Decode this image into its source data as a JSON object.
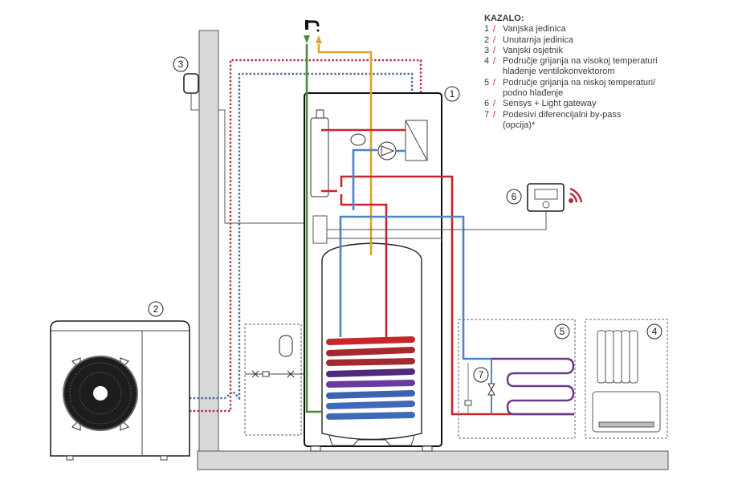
{
  "legend": {
    "title": "KAZALO:",
    "items": [
      {
        "num": "1",
        "sep": "/",
        "lines": [
          "Vanjska jedinica"
        ]
      },
      {
        "num": "2",
        "sep": "/",
        "lines": [
          "Unutarnja jedinica"
        ]
      },
      {
        "num": "3",
        "sep": "/",
        "lines": [
          "Vanjski osjetnik"
        ]
      },
      {
        "num": "4",
        "sep": "/",
        "lines": [
          "Područje grijanja na visokoj temperaturi",
          "hlađenje ventilokonvektorom"
        ]
      },
      {
        "num": "5",
        "sep": "/",
        "lines": [
          "Područje grijanja na niskoj temperaturi/",
          "podno hlađenje"
        ]
      },
      {
        "num": "6",
        "sep": "/",
        "lines": [
          "Sensys + Light gateway"
        ]
      },
      {
        "num": "7",
        "sep": "/",
        "lines": [
          "Podesivi diferencijalni by-pass",
          "(opcija)*"
        ]
      }
    ]
  },
  "badges": {
    "b1": "1",
    "b2": "2",
    "b3": "3",
    "b4": "4",
    "b5": "5",
    "b6": "6",
    "b7": "7"
  },
  "colors": {
    "hot_pipe": "#c0282d",
    "cold_pipe": "#4a86c8",
    "dhw_hot": "#e0a030",
    "cold_water_in": "#4a8a3a",
    "refrigerant_hot": "#b8283a",
    "refrigerant_cold": "#4a6a9a",
    "wall": "#d9d9d9",
    "accent": "#b8283a"
  },
  "components": {
    "outdoor_unit": "heat-pump-outdoor-unit",
    "indoor_unit": "indoor-unit-with-tank",
    "outdoor_sensor": "outdoor-sensor",
    "controller": "sensys-controller",
    "underfloor": "underfloor-heating-loop",
    "radiator": "radiator",
    "fan_coil": "fan-coil-unit",
    "bypass": "differential-bypass-valve",
    "tap": "hot-water-tap"
  }
}
